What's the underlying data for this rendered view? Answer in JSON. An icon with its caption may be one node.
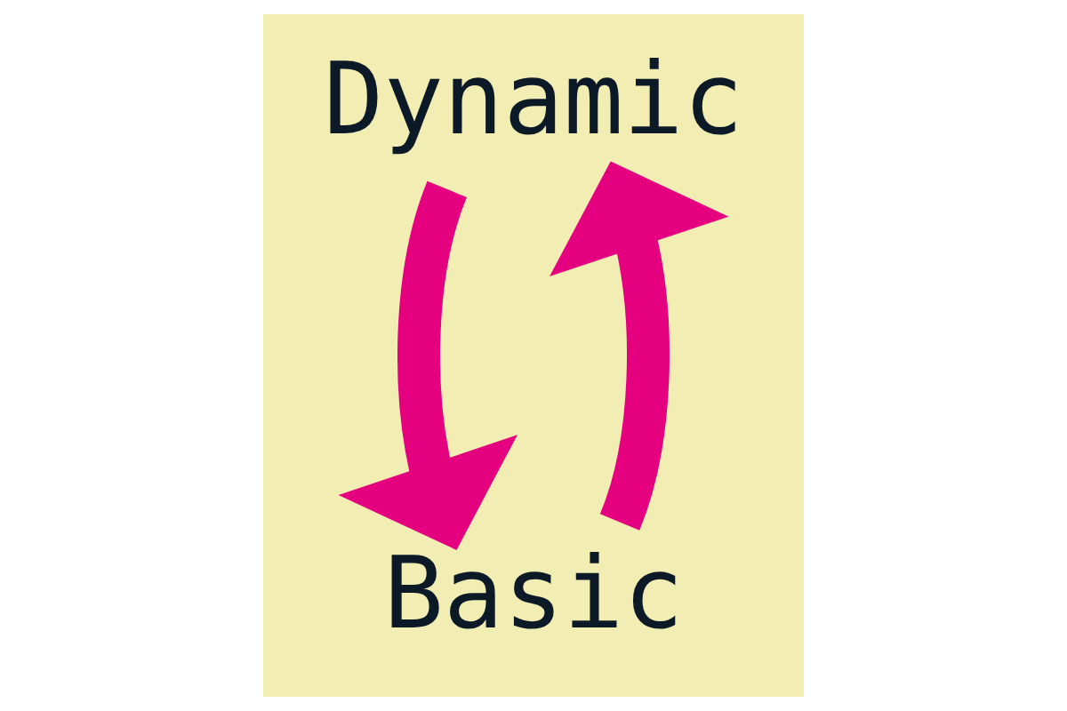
{
  "diagram": {
    "nodes": [
      {
        "text": [
          "Dynamic"
        ]
      },
      {
        "text": [
          "Basic"
        ]
      }
    ],
    "edges": [
      {
        "from": 0,
        "to": 1,
        "arrow": "to"
      },
      {
        "from": 1,
        "to": 0,
        "arrow": "to"
      }
    ]
  }
}
